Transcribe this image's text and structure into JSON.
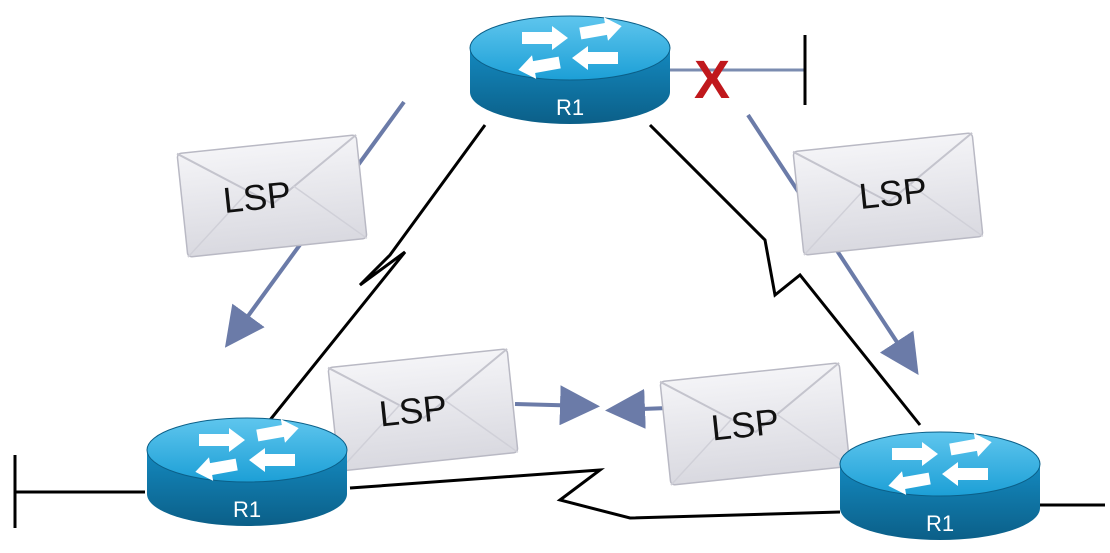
{
  "diagram": {
    "routers": [
      {
        "label": "R1"
      },
      {
        "label": "R1"
      },
      {
        "label": "R1"
      }
    ],
    "messages": [
      {
        "label": "LSP"
      },
      {
        "label": "LSP"
      },
      {
        "label": "LSP"
      },
      {
        "label": "LSP"
      }
    ],
    "link_failure_mark": "X",
    "colors": {
      "router_top": "#1c9fd6",
      "router_side": "#0d6f9e",
      "link": "#000000",
      "arrow": "#6b7ba8",
      "failure": "#c0181c",
      "envelope": "#e9e9ee"
    }
  }
}
